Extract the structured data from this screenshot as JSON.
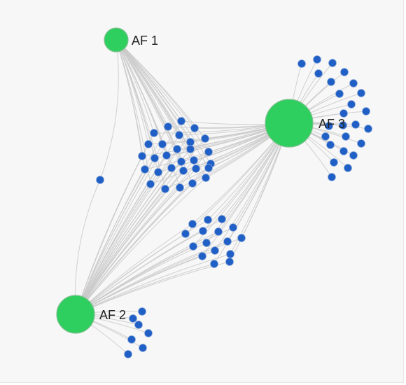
{
  "hubs": [
    {
      "id": "af1",
      "label": "AF 1"
    },
    {
      "id": "af2",
      "label": "AF 2"
    },
    {
      "id": "af3",
      "label": "AF 3"
    }
  ],
  "clusters": [
    {
      "id": "af1-af3-shared",
      "connects": [
        "af1",
        "af2",
        "af3"
      ],
      "count": 29
    },
    {
      "id": "af2-af3-shared",
      "connects": [
        "af2",
        "af3"
      ],
      "count": 16
    },
    {
      "id": "af3-private",
      "connects": [
        "af3"
      ],
      "count": 25
    },
    {
      "id": "af2-private",
      "connects": [
        "af2"
      ],
      "count": 7
    },
    {
      "id": "af1-af2-bridge",
      "connects": [
        "af1",
        "af2"
      ],
      "count": 1
    }
  ],
  "colors": {
    "hub": "#2fcf5f",
    "leaf": "#1f5fc6",
    "edge": "#c9c9c9",
    "background": "#f7f7f8"
  }
}
